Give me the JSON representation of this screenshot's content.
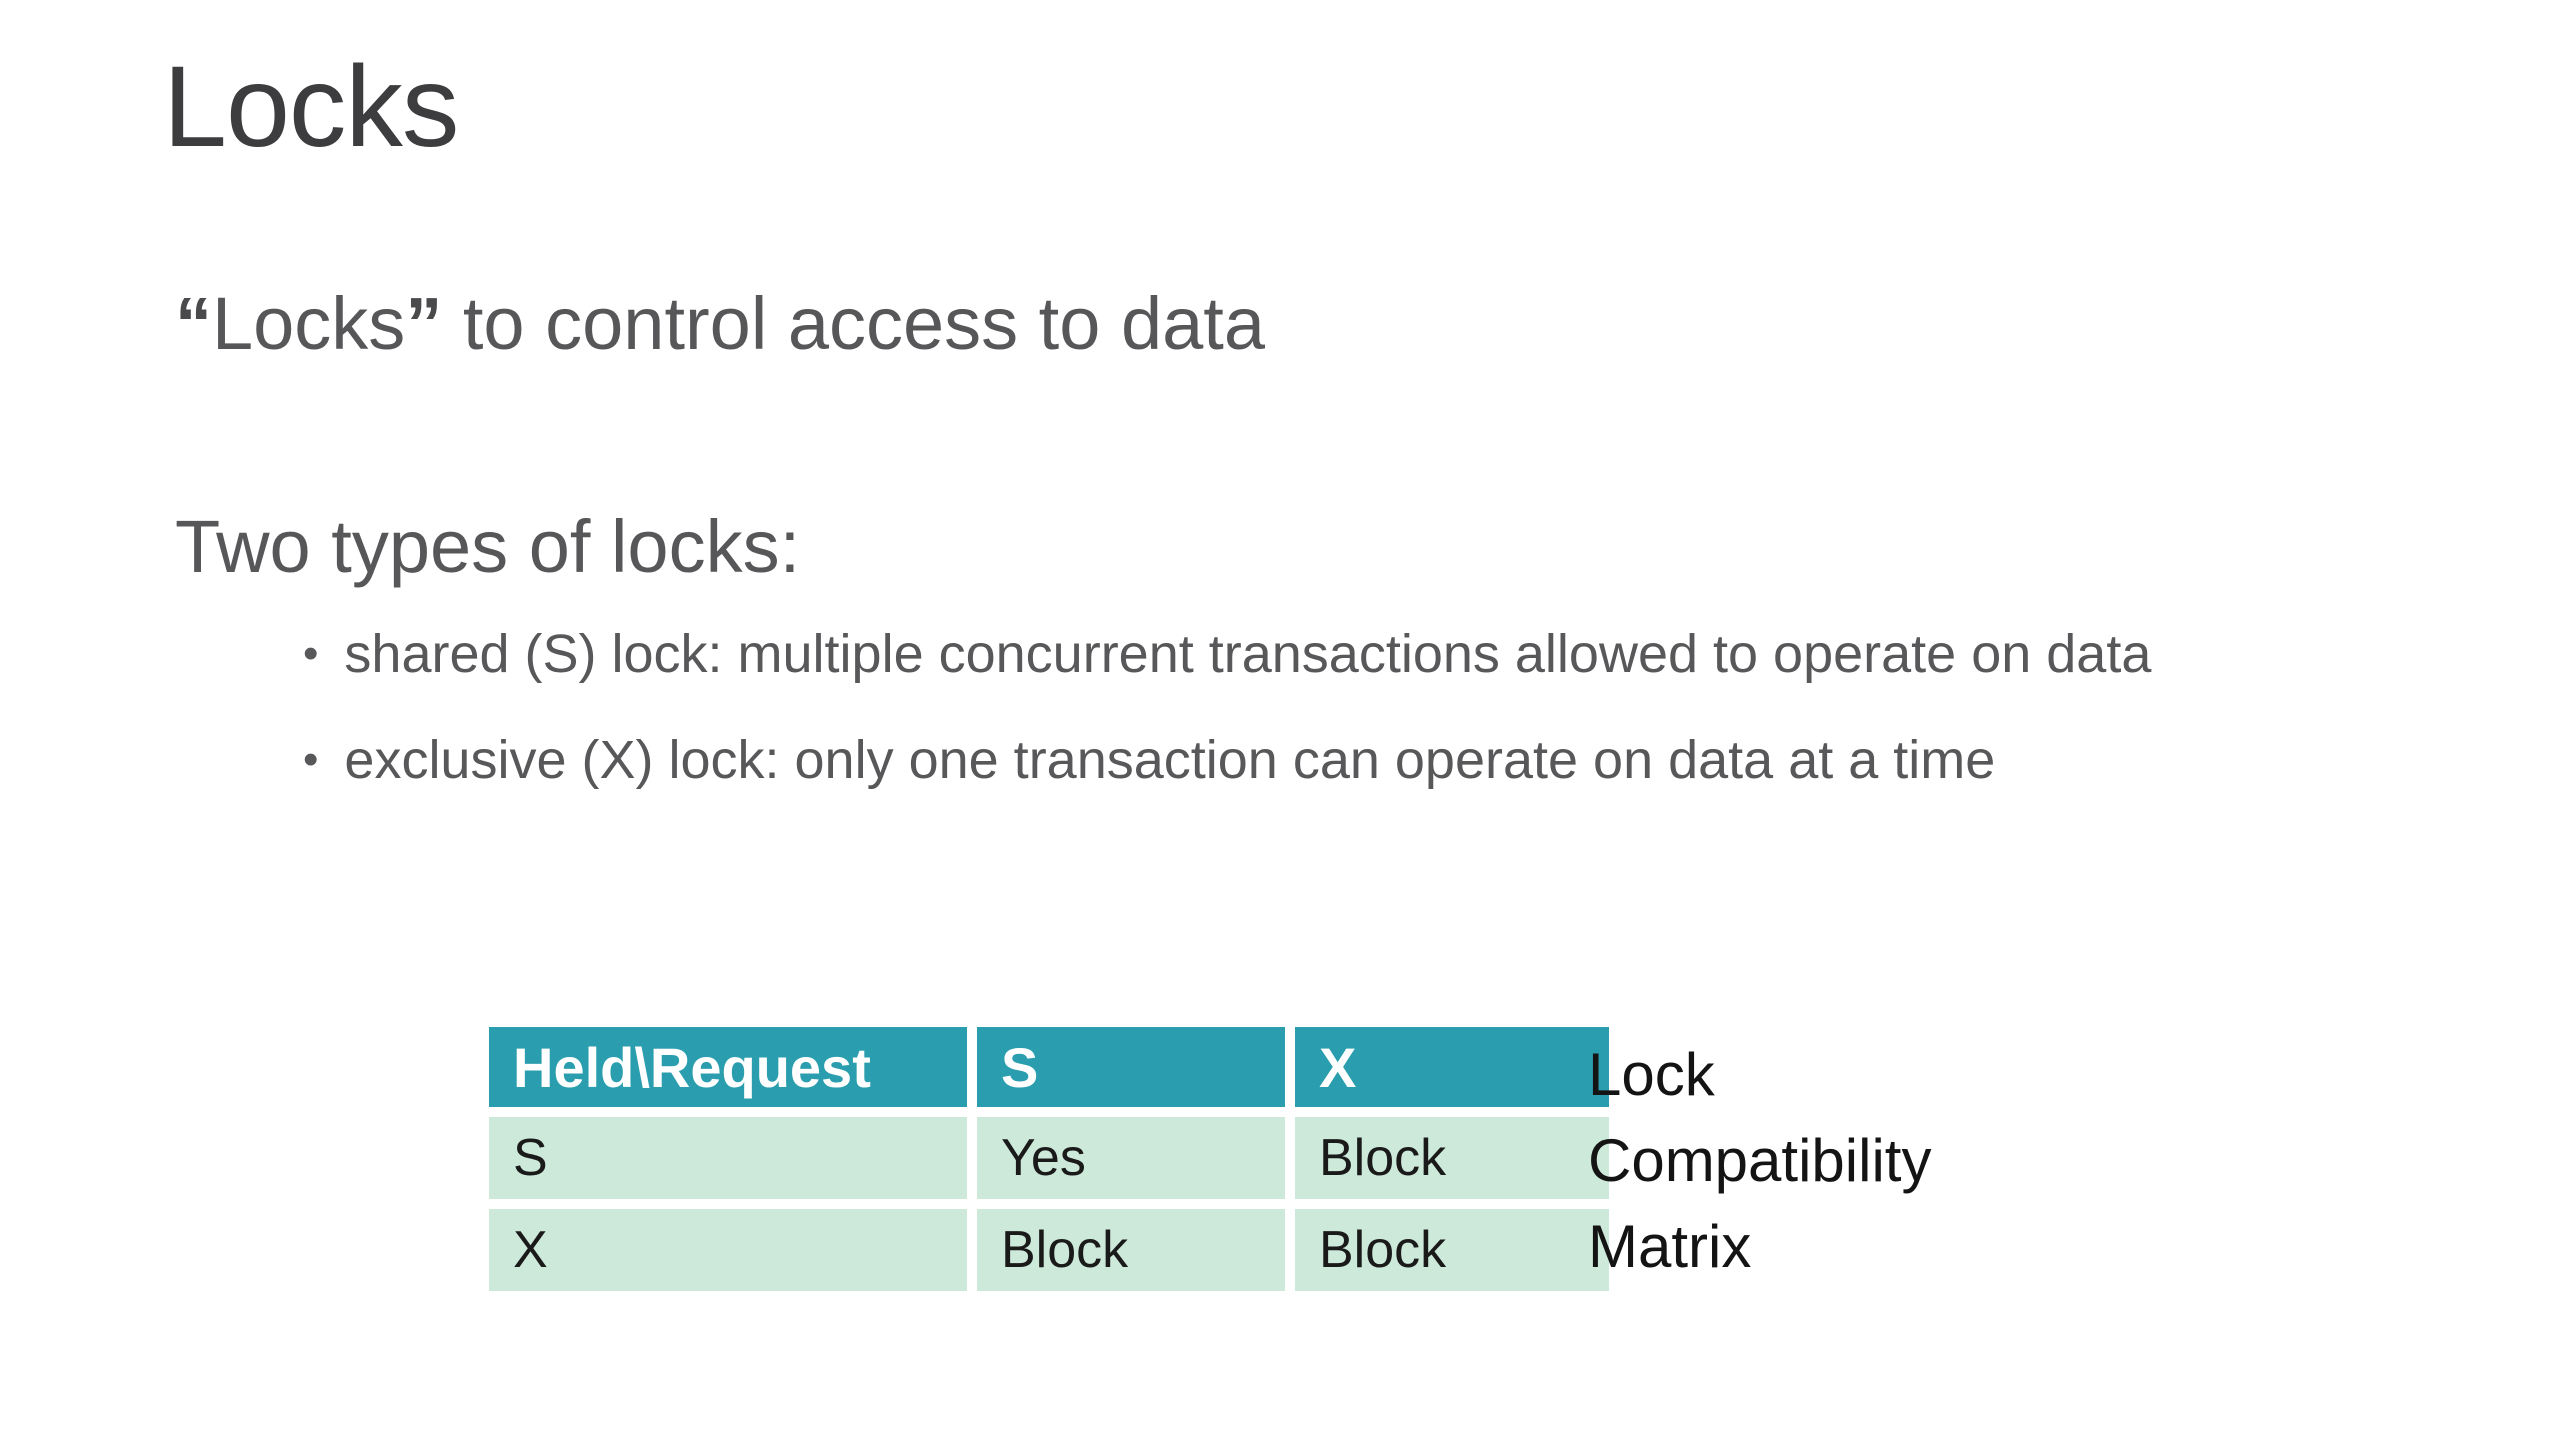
{
  "slide": {
    "title": "Locks",
    "subtitle": {
      "open_quote": "“",
      "quoted_word": "Locks",
      "close_quote": "”",
      "rest": " to control access to data"
    },
    "section_heading": "Two types of locks:",
    "bullet_icon": "•",
    "bullets": [
      "shared (S) lock: multiple concurrent transactions allowed to operate on data",
      "exclusive (X) lock: only one transaction can operate on data at a time"
    ],
    "table": {
      "headers": [
        "Held\\Request",
        "S",
        "X"
      ],
      "rows": [
        [
          "S",
          "Yes",
          "Block"
        ],
        [
          "X",
          "Block",
          "Block"
        ]
      ],
      "colors": {
        "header_bg": "#2a9eae",
        "header_text": "#ffffff",
        "row_bg": "#cde9da",
        "body_text": "#1a1a1a"
      }
    },
    "caption_lines": [
      "Lock",
      "Compatibility",
      "Matrix"
    ]
  }
}
